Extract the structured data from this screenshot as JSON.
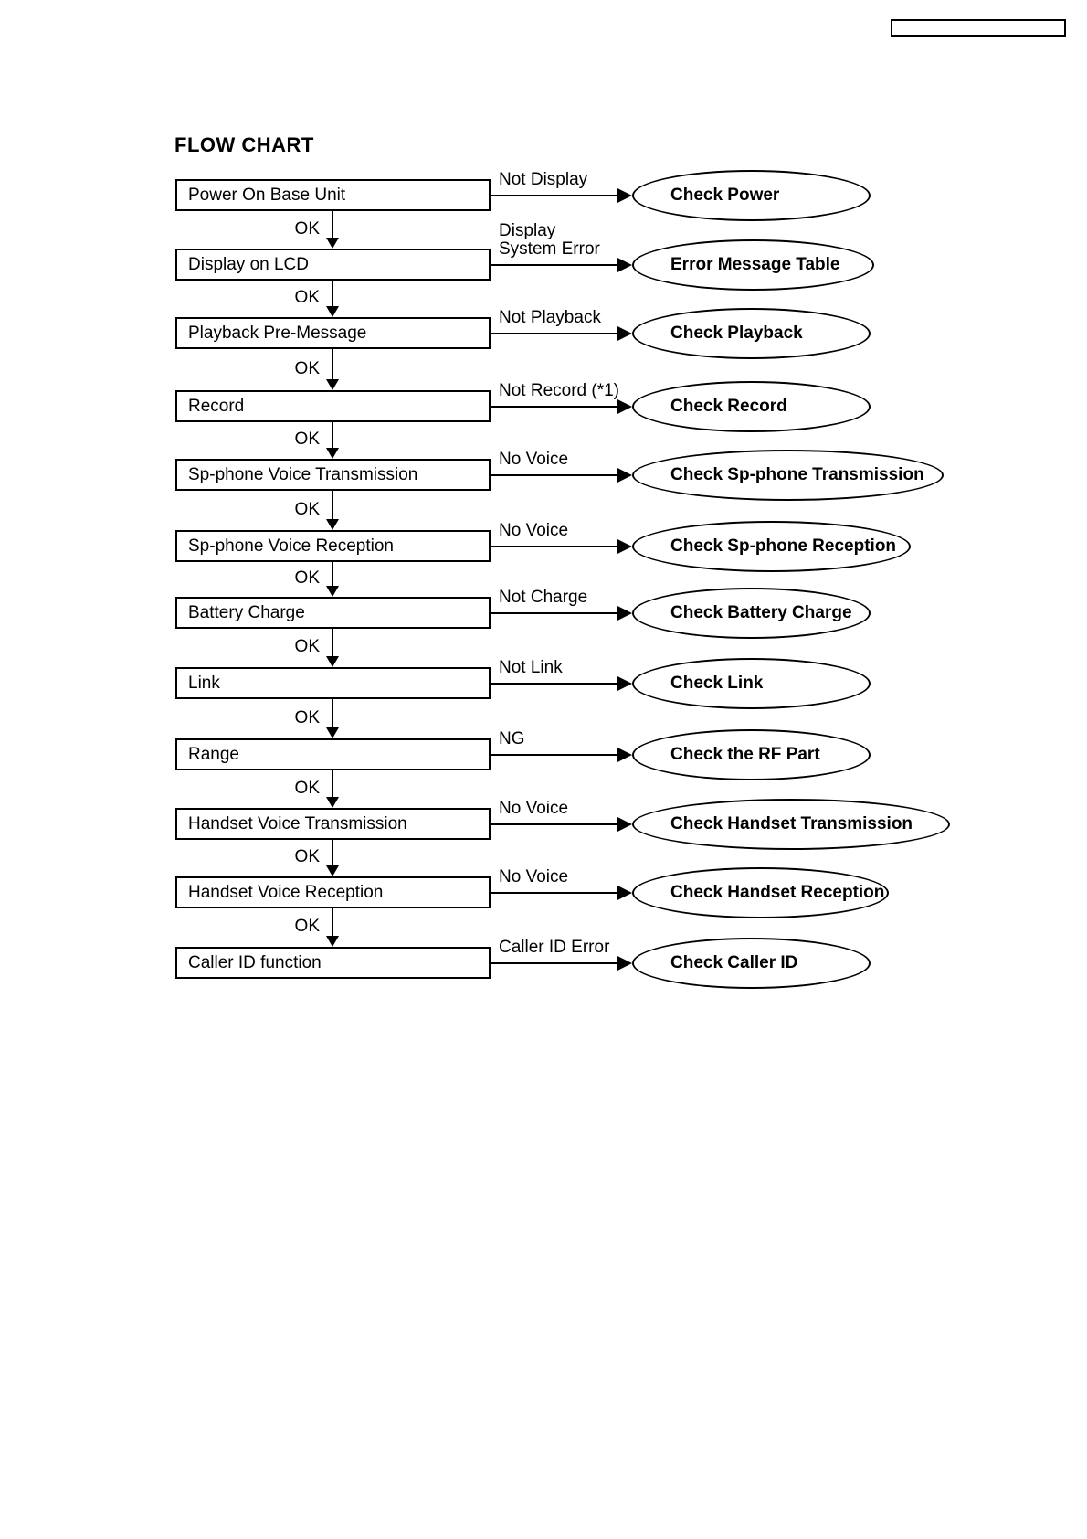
{
  "page": {
    "title": "FLOW CHART",
    "colors": {
      "ink": "#000000",
      "paper": "#ffffff"
    }
  },
  "header": {
    "corner_box_value": ""
  },
  "flowchart": {
    "ok_label": "OK",
    "rows": [
      {
        "step": "Power On Base Unit",
        "condition": "Not Display",
        "check": "Check Power"
      },
      {
        "step": "Display on LCD",
        "condition": "Display\nSystem Error",
        "check": "Error Message Table"
      },
      {
        "step": "Playback Pre-Message",
        "condition": "Not Playback",
        "check": "Check Playback"
      },
      {
        "step": "Record",
        "condition": "Not Record (*1)",
        "check": "Check Record"
      },
      {
        "step": "Sp-phone Voice Transmission",
        "condition": "No Voice",
        "check": "Check Sp-phone Transmission"
      },
      {
        "step": "Sp-phone Voice Reception",
        "condition": "No Voice",
        "check": "Check Sp-phone Reception"
      },
      {
        "step": "Battery Charge",
        "condition": "Not Charge",
        "check": "Check Battery Charge"
      },
      {
        "step": "Link",
        "condition": "Not Link",
        "check": "Check Link"
      },
      {
        "step": "Range",
        "condition": "NG",
        "check": "Check the RF Part"
      },
      {
        "step": "Handset Voice Transmission",
        "condition": "No Voice",
        "check": "Check Handset Transmission"
      },
      {
        "step": "Handset Voice Reception",
        "condition": "No Voice",
        "check": "Check Handset Reception"
      },
      {
        "step": "Caller ID function",
        "condition": "Caller ID Error",
        "check": "Check Caller ID"
      }
    ]
  }
}
